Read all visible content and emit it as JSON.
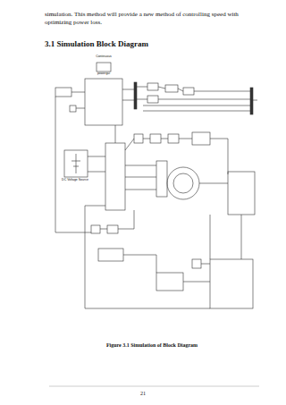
{
  "diagram": {
    "title": "3.1 Simulation Block Diagram",
    "caption": "Figure 3.1 Simulation of Block Diagram",
    "labels": [
      "simulation. This method will provide a new method of controlling speed with optimizing power loss.",
      "21",
      "Continuous",
      "powergui",
      "DC Voltage Source"
    ]
  }
}
